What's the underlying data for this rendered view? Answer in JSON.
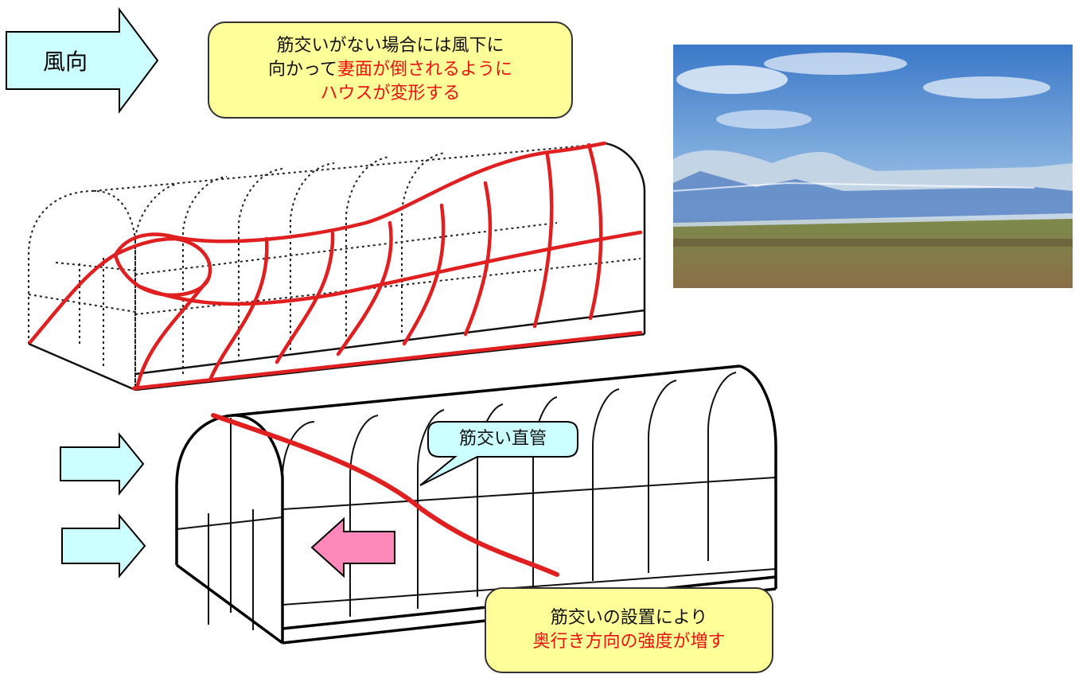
{
  "wind_label": "風向",
  "top_callout": {
    "line1": "筋交いがない場合には風下に",
    "line2_black": "向かって",
    "line2_red": "妻面が倒されるように",
    "line3_red": "ハウスが変形する"
  },
  "brace_bubble": "筋交い直管",
  "bottom_callout": {
    "line1": "筋交いの設置により",
    "line2_red": "奥行き方向の強度が増す"
  },
  "colors": {
    "arrow_fill": "#ccffff",
    "callout_fill": "#ffff99",
    "highlight_red": "#ee1111",
    "pink_arrow": "#ff88bb"
  }
}
